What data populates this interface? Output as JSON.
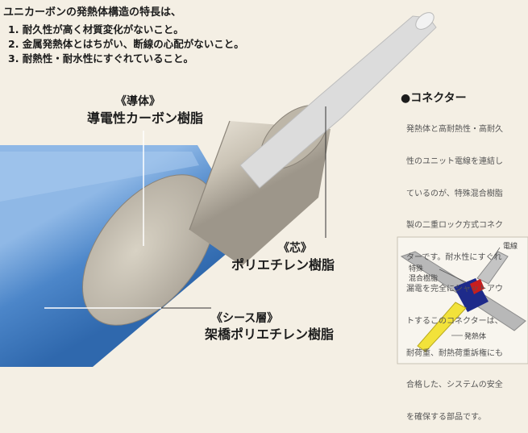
{
  "intro": {
    "title": "ユニカーボンの発熱体構造の特長は、",
    "points": [
      "1. 耐久性が高く材質変化がないこと。",
      "2. 金属発熱体とはちがい、断線の心配がないこと。",
      "3. 耐熱性・耐水性にすぐれていること。"
    ]
  },
  "labels": {
    "conductor": {
      "heading": "《導体》",
      "name": "導電性カーボン樹脂"
    },
    "core": {
      "heading": "《芯》",
      "name": "ポリエチレン樹脂"
    },
    "sheath": {
      "heading": "《シース層》",
      "name": "架橋ポリエチレン樹脂"
    }
  },
  "connector": {
    "title": "●コネクター",
    "lines": [
      "発熱体と高耐熱性・高耐久",
      "性のユニット電線を連結し",
      "ているのが、特殊混合樹脂",
      "製の二重ロック方式コネク",
      "ターです。耐水性にすぐれ",
      "漏電を完全にシャットアウ",
      "トするこのコネクターは、",
      "耐荷重、耐熱荷重訴権にも",
      "合格した、システムの安全",
      "を確保する部品です。"
    ]
  },
  "inset": {
    "wire_label": "電線",
    "resin_label_1": "特殊",
    "resin_label_2": "混合樹脂",
    "element_label": "発熱体"
  },
  "colors": {
    "background": "#f4efe4",
    "sheath_blue": "#3f7fc4",
    "conductor_gray": "#c8c2b6",
    "core_white": "#fafafa",
    "connector_blue": "#1e2a8a",
    "element_yellow": "#f2e23a"
  }
}
